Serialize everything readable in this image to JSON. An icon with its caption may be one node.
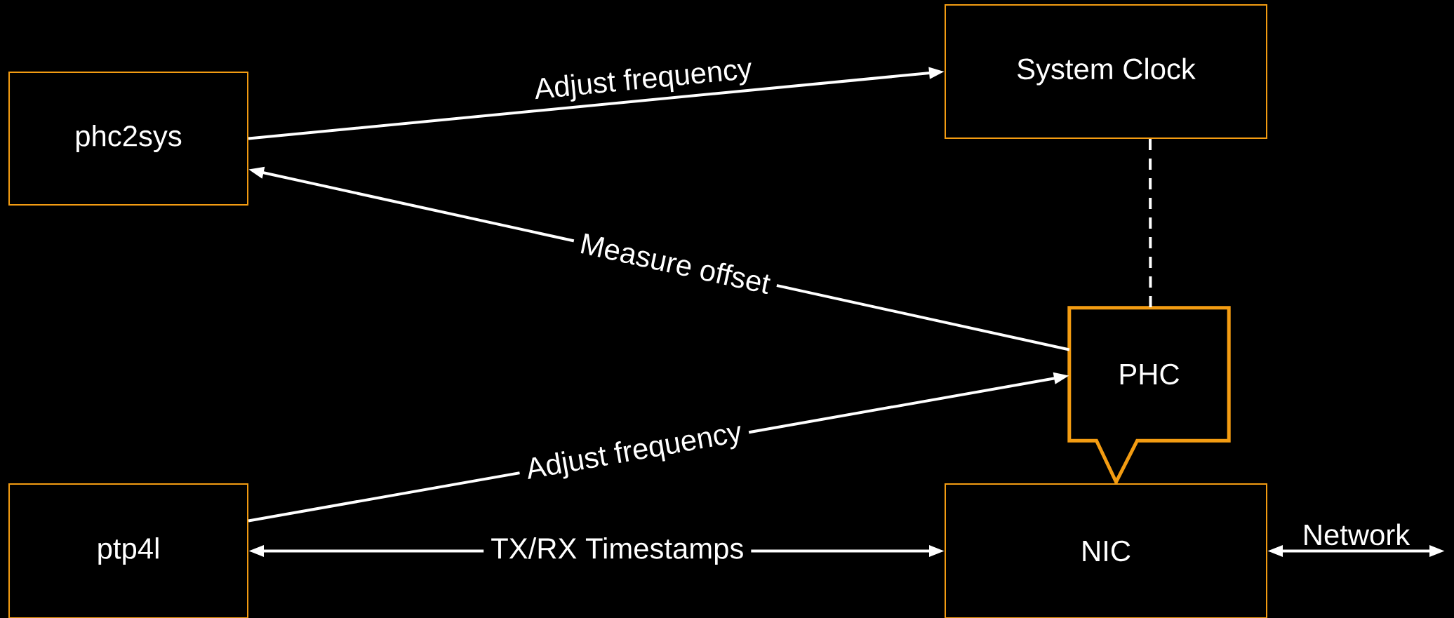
{
  "diagram": {
    "nodes": [
      {
        "text": [
          "phc2sys"
        ]
      },
      {
        "text": [
          "System Clock"
        ]
      },
      {
        "text": [
          "PHC"
        ]
      },
      {
        "text": [
          "ptp4l"
        ]
      },
      {
        "text": [
          "NIC"
        ]
      }
    ],
    "edges": [
      {
        "from": 0,
        "to": 1,
        "arrow": "to",
        "label": "Adjust frequency"
      },
      {
        "from": 2,
        "to": 0,
        "arrow": "to",
        "label": "Measure offset"
      },
      {
        "from": 3,
        "to": 2,
        "arrow": "to",
        "label": "Adjust frequency"
      },
      {
        "from": 3,
        "to": 4,
        "arrow": "both",
        "label": "TX/RX Timestamps"
      },
      {
        "from": 1,
        "to": 2,
        "arrow": "none",
        "style": "dashed"
      },
      {
        "from": 4,
        "to": null,
        "arrow": "both",
        "label": "Network"
      }
    ]
  }
}
